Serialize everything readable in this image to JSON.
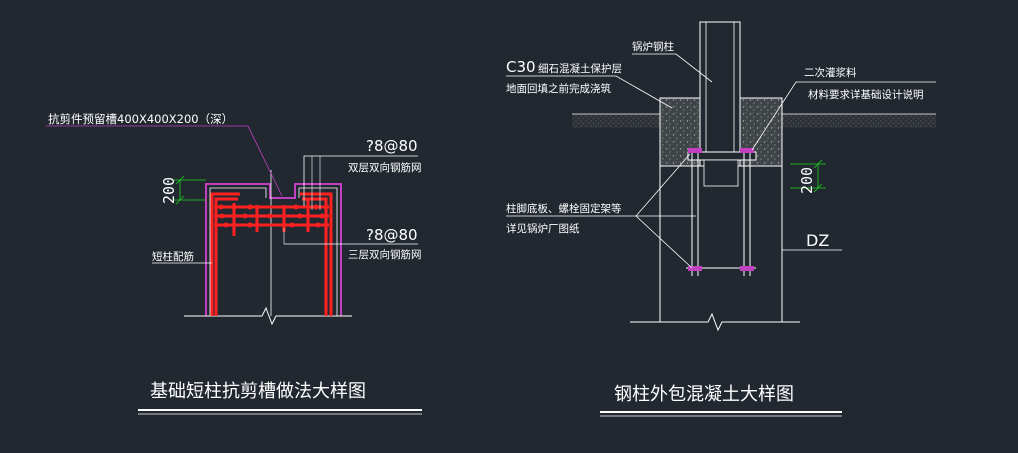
{
  "colors": {
    "background": "#212830",
    "line": "#ffffff",
    "rebar": "#ff2020",
    "boundary": "#c040c0",
    "dimension": "#20d020",
    "hatch": "#8a8a8a",
    "bolt": "#c040c0"
  },
  "left_detail": {
    "title": "基础短柱抗剪槽做法大样图",
    "groove_label": "抗剪件预留槽400X400X200（深）",
    "rebar_top_spec": "?8@80",
    "rebar_top_desc": "双层双向钢筋网",
    "rebar_mid_spec": "?8@80",
    "rebar_mid_desc": "三层双向钢筋网",
    "column_rebar_label": "短柱配筋",
    "dimension": "200"
  },
  "right_detail": {
    "title": "钢柱外包混凝土大样图",
    "steel_column_label": "锅炉钢柱",
    "cover_spec": "C30",
    "cover_desc": "细石混凝土保护层",
    "cover_note": "地面回填之前完成浇筑",
    "grout_label": "二次灌浆料",
    "grout_note": "材料要求详基础设计说明",
    "base_note_1": "柱脚底板、螺栓固定架等",
    "base_note_2": "详见锅炉厂图纸",
    "short_column_label": "DZ",
    "dimension": "200"
  }
}
